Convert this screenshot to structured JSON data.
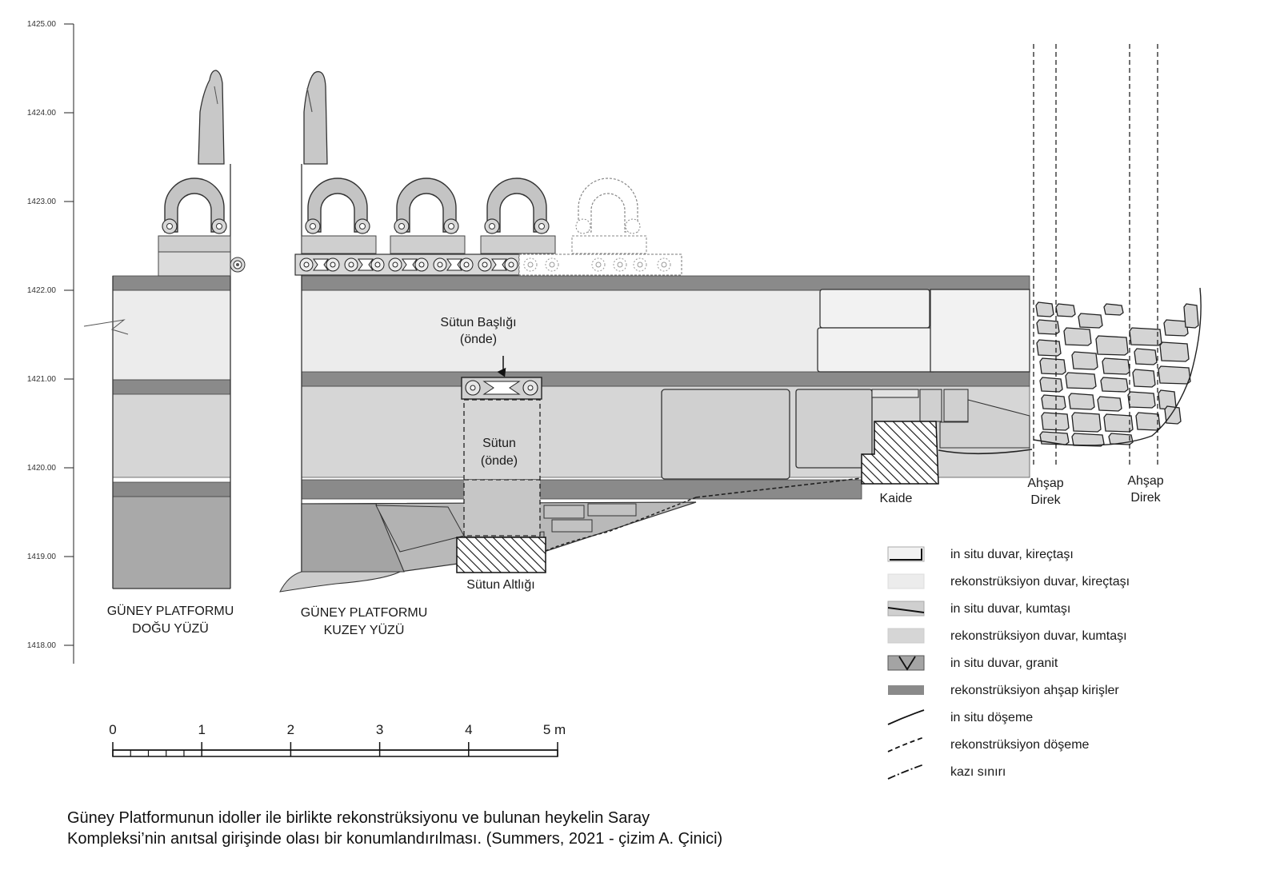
{
  "elevations": [
    "1425.00",
    "1424.00",
    "1423.00",
    "1422.00",
    "1421.00",
    "1420.00",
    "1419.00",
    "1418.00"
  ],
  "labels": {
    "column_capital": [
      "Sütun Başlığı",
      "(önde)"
    ],
    "column": [
      "Sütun",
      "(önde)"
    ],
    "column_base": "Sütun Altlığı",
    "pedestal": "Kaide",
    "wooden_post_1": [
      "Ahşap",
      "Direk"
    ],
    "wooden_post_2": [
      "Ahşap",
      "Direk"
    ],
    "platform_east": [
      "GÜNEY PLATFORMU",
      "DOĞU YÜZÜ"
    ],
    "platform_north": [
      "GÜNEY PLATFORMU",
      "KUZEY YÜZÜ"
    ]
  },
  "legend": [
    {
      "text": "in situ duvar, kireçtaşı",
      "swatch": "insitu-limestone"
    },
    {
      "text": "rekonstrüksiyon duvar, kireçtaşı",
      "swatch": "recon-limestone"
    },
    {
      "text": "in situ duvar, kumtaşı",
      "swatch": "insitu-sandstone"
    },
    {
      "text": "rekonstrüksiyon duvar, kumtaşı",
      "swatch": "recon-sandstone"
    },
    {
      "text": "in situ duvar, granit",
      "swatch": "insitu-granite"
    },
    {
      "text": "rekonstrüksiyon ahşap kirişler",
      "swatch": "recon-beams"
    },
    {
      "text": "in situ döşeme",
      "swatch": "insitu-floor"
    },
    {
      "text": "rekonstrüksiyon döşeme",
      "swatch": "recon-floor"
    },
    {
      "text": "kazı sınırı",
      "swatch": "excavation-limit"
    }
  ],
  "scale": {
    "ticks": [
      "0",
      "1",
      "2",
      "3",
      "4",
      "5 m"
    ]
  },
  "caption": [
    "Güney Platformunun idoller ile birlikte rekonstrüksiyonu ve bulunan heykelin Saray",
    "Kompleksi’nin anıtsal girişinde olası bir konumlandırılması. (Summers, 2021 - çizim A. Çinici)"
  ],
  "colors": {
    "limestone": "#ececec",
    "sandstone": "#d6d6d6",
    "beam": "#8a8a8a",
    "base": "#a9a9a9",
    "stone_dark": "#b9b9b9",
    "ink": "#222222"
  }
}
